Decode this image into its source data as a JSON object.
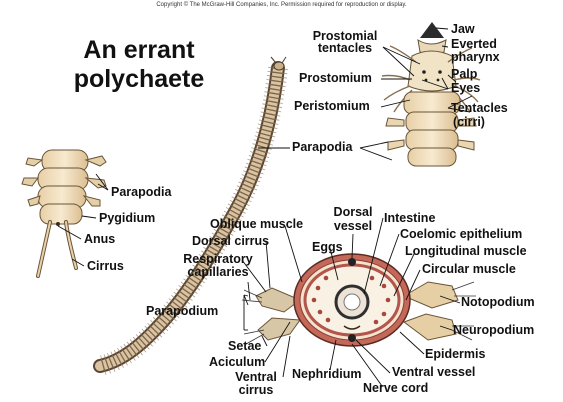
{
  "copyright": "Copyright © The McGraw-Hill Companies, Inc. Permission required for reproduction or display.",
  "title": {
    "line1": "An errant",
    "line2": "polychaete"
  },
  "labels": {
    "jaw": "Jaw",
    "everted_pharynx_1": "Everted",
    "everted_pharynx_2": "pharynx",
    "prostomial_tentacles_1": "Prostomial",
    "prostomial_tentacles_2": "tentacles",
    "prostomium": "Prostomium",
    "palp": "Palp",
    "eyes": "Eyes",
    "peristomium": "Peristomium",
    "tentacles_cirri_1": "Tentacles",
    "tentacles_cirri_2": "(cirri)",
    "parapodia_head": "Parapodia",
    "parapodia_tail": "Parapodia",
    "pygidium": "Pygidium",
    "anus": "Anus",
    "cirrus": "Cirrus",
    "oblique_muscle": "Oblique muscle",
    "dorsal_vessel_1": "Dorsal",
    "dorsal_vessel_2": "vessel",
    "intestine": "Intestine",
    "dorsal_cirrus": "Dorsal cirrus",
    "eggs": "Eggs",
    "coelomic_epithelium": "Coelomic epithelium",
    "longitudinal_muscle": "Longitudinal muscle",
    "respiratory_capillaries_1": "Respiratory",
    "respiratory_capillaries_2": "capillaries",
    "circular_muscle": "Circular muscle",
    "notopodium": "Notopodium",
    "parapodium": "Parapodium",
    "neuropodium": "Neuropodium",
    "setae": "Setae",
    "aciculum": "Aciculum",
    "epidermis": "Epidermis",
    "ventral_vessel": "Ventral vessel",
    "ventral_cirrus_1": "Ventral",
    "ventral_cirrus_2": "cirrus",
    "nephridium": "Nephridium",
    "nerve_cord": "Nerve cord"
  }
}
